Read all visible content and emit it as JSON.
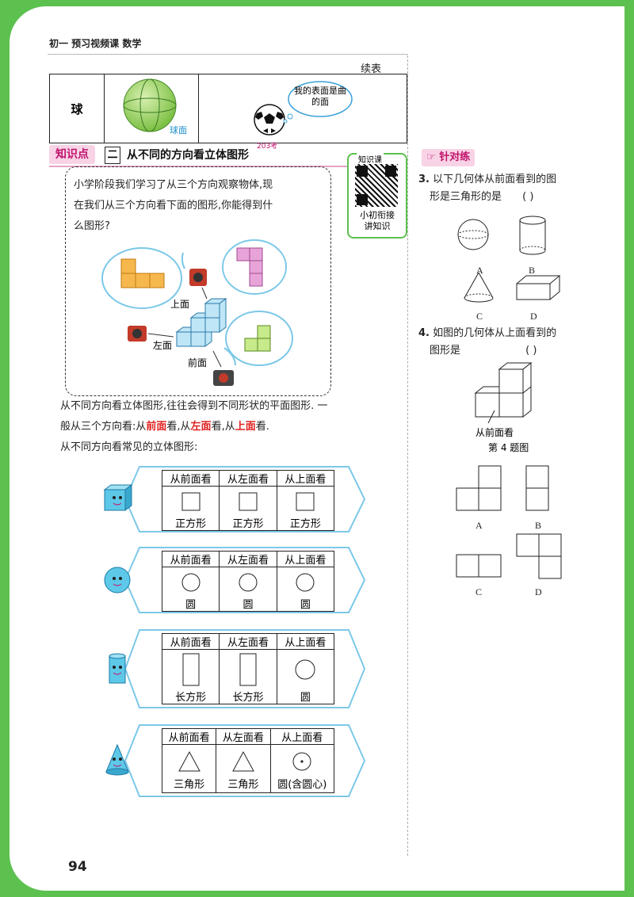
{
  "header": {
    "title": "初一 预习视频课 数学"
  },
  "continued": "续表",
  "sphere_row": {
    "name": "球",
    "caption": "球面",
    "bubble": "我的表面是曲的面"
  },
  "knowledge": {
    "badge": "知识点",
    "num": "二",
    "title": "从不同的方向看立体图形",
    "ref": "203考"
  },
  "intro": {
    "line1": "小学阶段我们学习了从三个方向观察物体,现",
    "line2": "在我们从三个方向看下面的图形,你能得到什",
    "line3": "么图形?",
    "dir_top": "上面",
    "dir_left": "左面",
    "dir_front": "前面"
  },
  "qr": {
    "label": "知识课",
    "caption1": "小初衔接",
    "caption2": "讲知识"
  },
  "body": {
    "line1": "从不同方向看立体图形,往往会得到不同形状的平面图形. 一",
    "line2_a": "般从三个方向看:从",
    "line2_b": "前面",
    "line2_c": "看,从",
    "line2_d": "左面",
    "line2_e": "看,从",
    "line2_f": "上面",
    "line2_g": "看.",
    "line3": "从不同方向看常见的立体图形:"
  },
  "views_header": [
    "从前面看",
    "从左面看",
    "从上面看"
  ],
  "views": [
    {
      "labels": [
        "正方形",
        "正方形",
        "正方形"
      ]
    },
    {
      "labels": [
        "圆",
        "圆",
        "圆"
      ]
    },
    {
      "labels": [
        "长方形",
        "长方形",
        "圆"
      ]
    },
    {
      "labels": [
        "三角形",
        "三角形",
        "圆(含圆心)"
      ]
    }
  ],
  "practice": {
    "badge": "针对练",
    "q3_num": "3.",
    "q3_line1": "以下几何体从前面看到的图",
    "q3_line2": "形是三角形的是",
    "q3_paren": "(        )",
    "q3_opts": [
      "A",
      "B",
      "C",
      "D"
    ],
    "q4_num": "4.",
    "q4_line1": "如图的几何体从上面看到的",
    "q4_line2": "图形是",
    "q4_paren": "(        )",
    "q4_front": "从前面看",
    "q4_caption": "第 4 题图",
    "q4_opts": [
      "A",
      "B",
      "C",
      "D"
    ]
  },
  "page_number": "94"
}
